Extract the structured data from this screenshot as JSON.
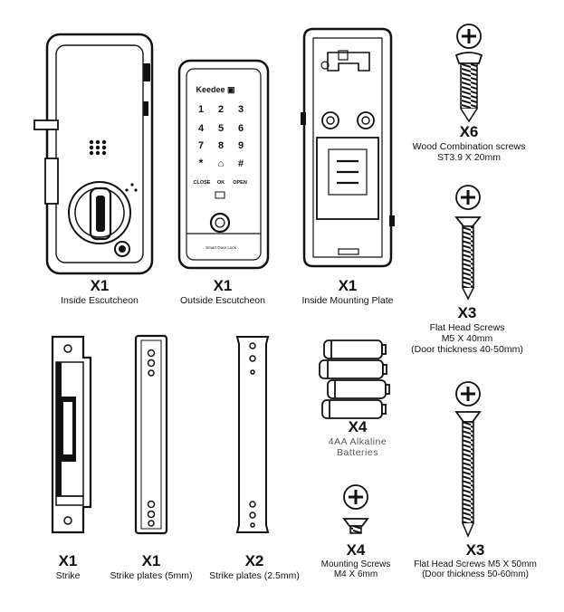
{
  "items": [
    {
      "qty": "X1",
      "name": "Inside Escutcheon"
    },
    {
      "qty": "X1",
      "name": "Outside Escutcheon"
    },
    {
      "qty": "X1",
      "name": "Inside Mounting Plate"
    },
    {
      "qty": "X6",
      "name": "Wood Combination screws",
      "spec": "ST3.9 X 20mm"
    },
    {
      "qty": "X3",
      "name": "Flat Head Screws",
      "spec": "M5 X 40mm",
      "note": "(Door thickness  40-50mm)"
    },
    {
      "qty": "X1",
      "name": "Strike"
    },
    {
      "qty": "X1",
      "name": "Strike plates (5mm)"
    },
    {
      "qty": "X2",
      "name": "Strike plates (2.5mm)"
    },
    {
      "qty": "X4",
      "name": "4AA Alkaline",
      "spec": "Batteries"
    },
    {
      "qty": "X4",
      "name": "Mounting Screws",
      "spec": "M4 X 6mm"
    },
    {
      "qty": "X3",
      "name": "Flat Head Screws M5 X 50mm",
      "note": "(Door thickness  50-60mm)"
    }
  ],
  "keypad": {
    "brand": "Keedee ▣",
    "keys": [
      "1",
      "2",
      "3",
      "4",
      "5",
      "6",
      "7",
      "8",
      "9",
      "*",
      "⌂",
      "#"
    ],
    "close": "CLOSE",
    "ok": "OK",
    "open": "OPEN",
    "bottom_text": "Smart Door Lock"
  }
}
